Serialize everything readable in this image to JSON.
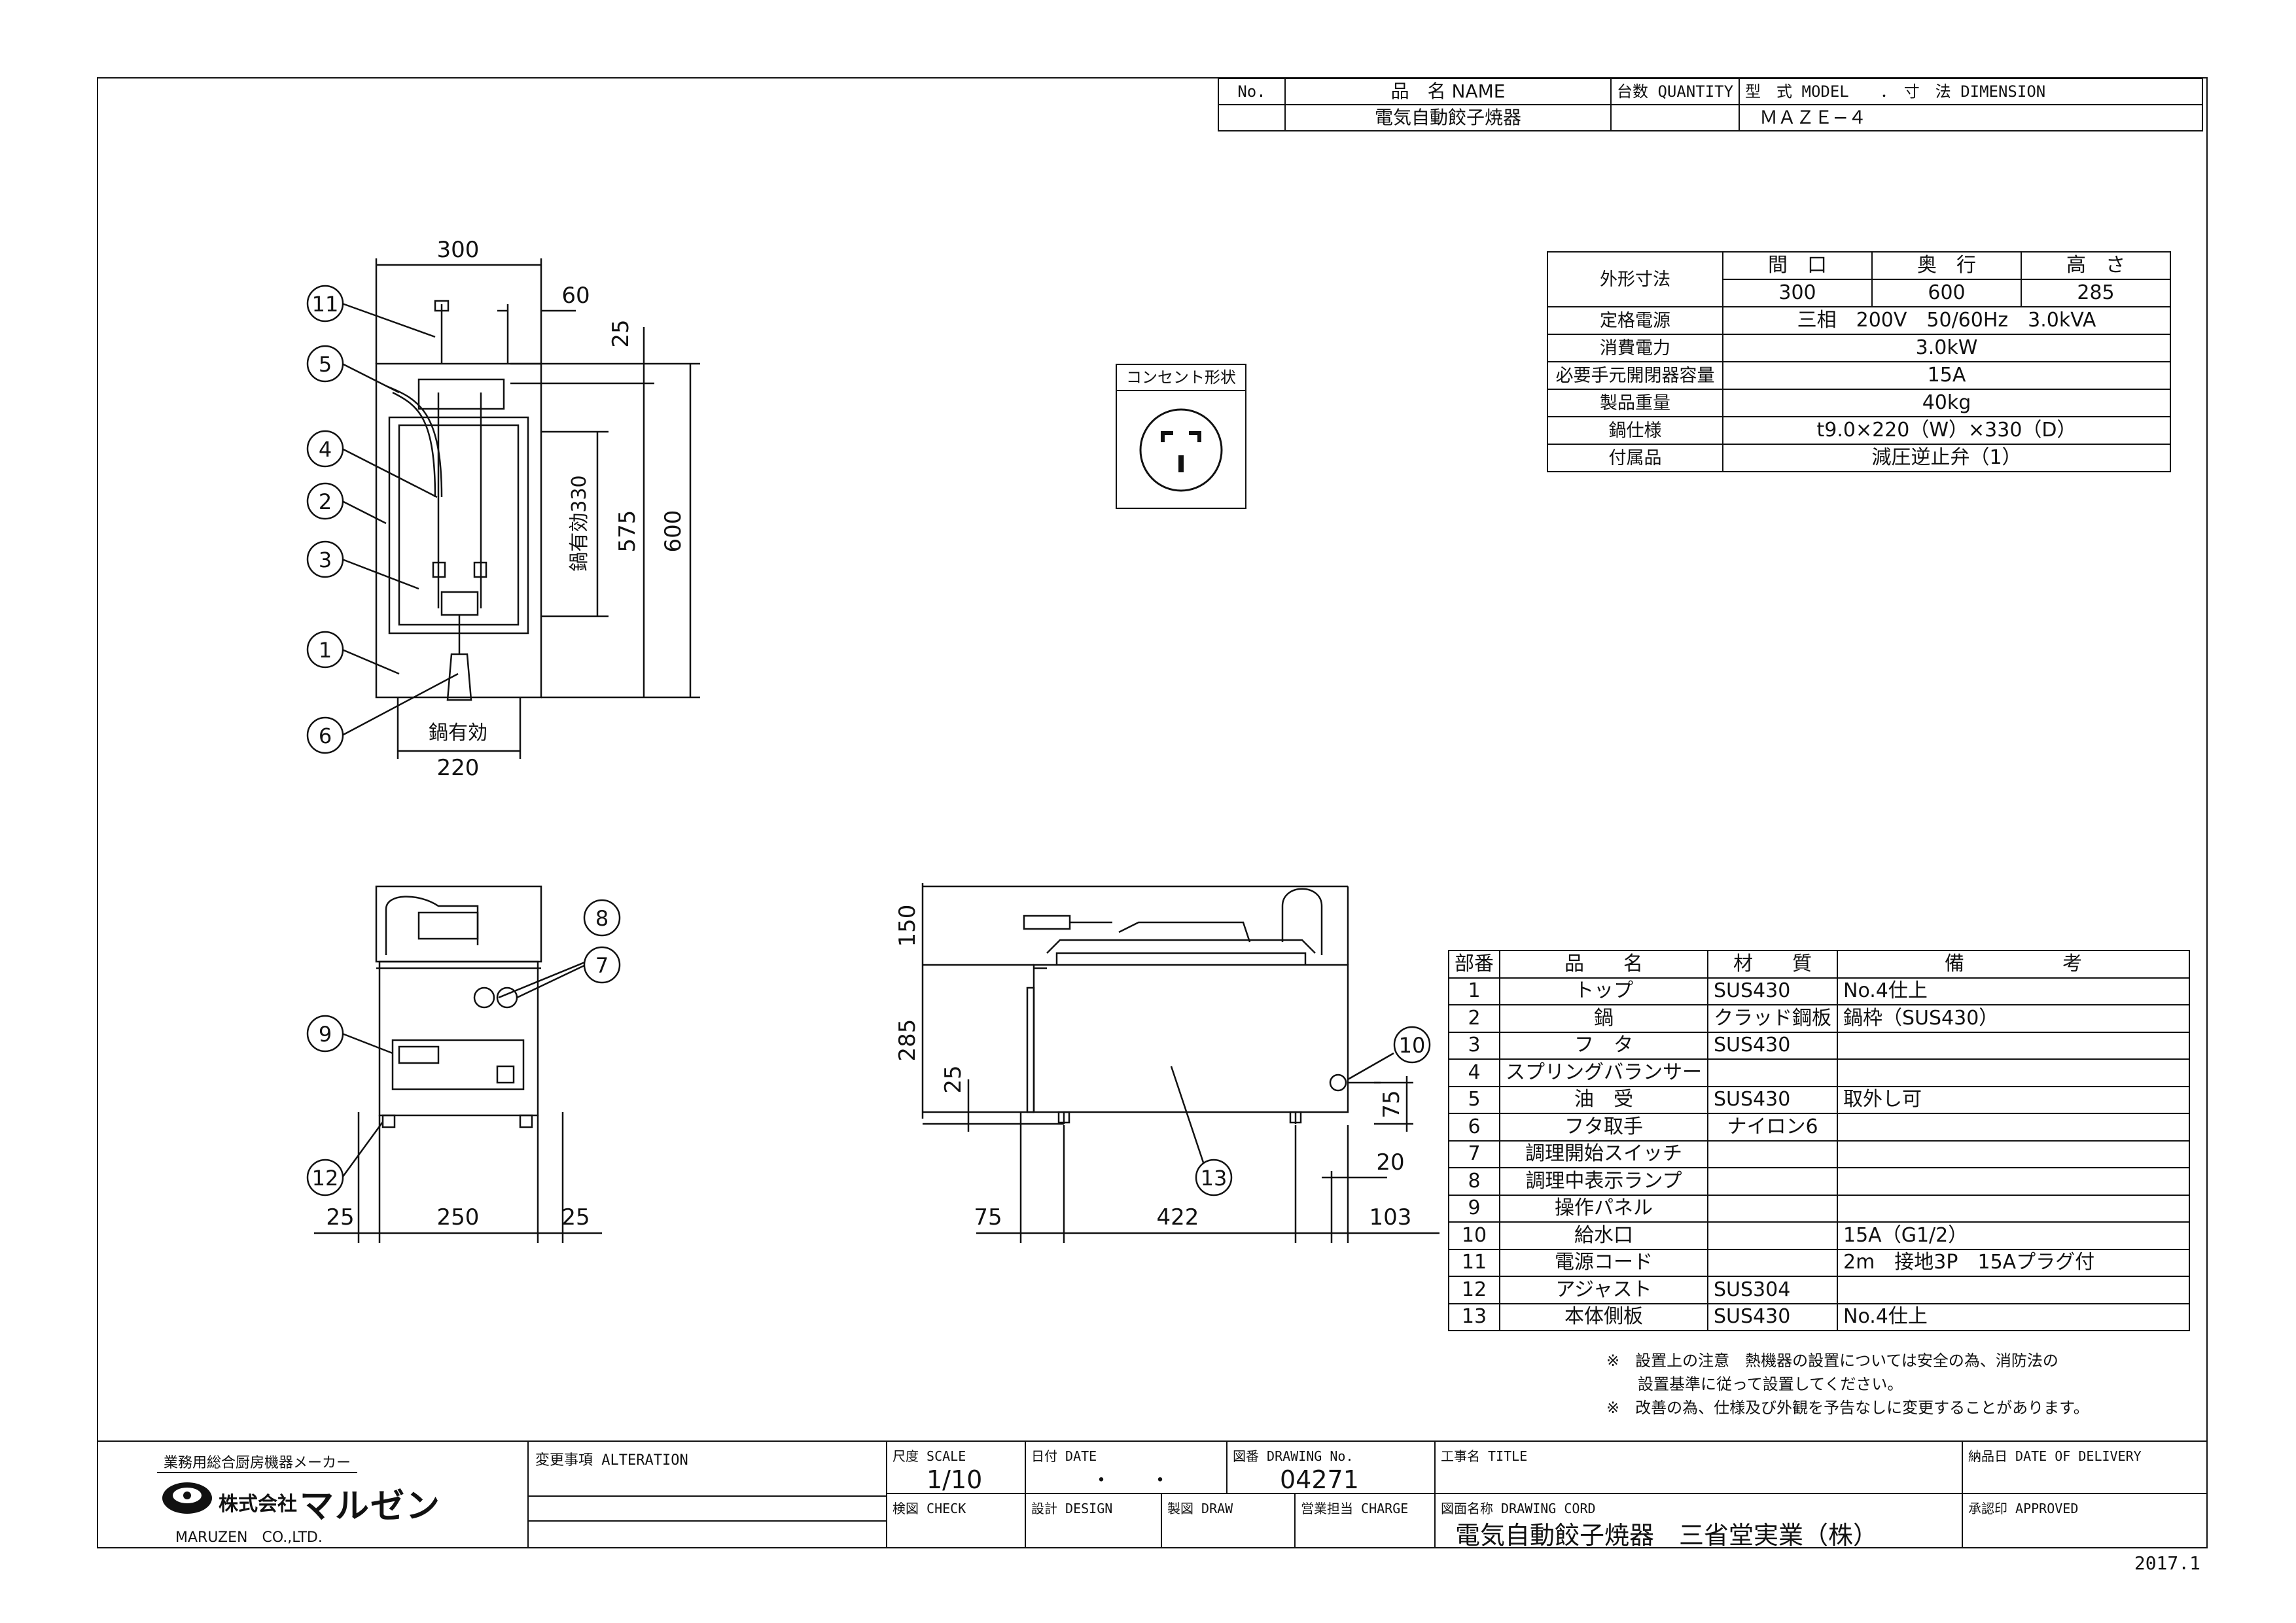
{
  "title_block_header": {
    "no_label": "No.",
    "name_label": "品　名 NAME",
    "qty_label": "台数 QUANTITY",
    "model_label": "型　式 MODEL　　．　寸　法 DIMENSION",
    "product_name": "電気自動餃子焼器",
    "model": "ＭＡＺＥ−４"
  },
  "spec_table": {
    "outer_label": "外形寸法",
    "col_w": "間　口",
    "col_d": "奥　行",
    "col_h": "高　さ",
    "w": "300",
    "d": "600",
    "h": "285",
    "rows": [
      {
        "label": "定格電源",
        "value": "三相　200V　50/60Hz　3.0kVA"
      },
      {
        "label": "消費電力",
        "value": "3.0kW"
      },
      {
        "label": "必要手元開閉器容量",
        "value": "15A"
      },
      {
        "label": "製品重量",
        "value": "40kg"
      },
      {
        "label": "鍋仕様",
        "value": "t9.0×220（W）×330（D）"
      },
      {
        "label": "付属品",
        "value": "減圧逆止弁（1）"
      }
    ]
  },
  "outlet_label": "コンセント形状",
  "parts_table": {
    "headers": [
      "部番",
      "品　　名",
      "材　　質",
      "備　　　　　考"
    ],
    "rows": [
      [
        "1",
        "トップ",
        "SUS430",
        "No.4仕上"
      ],
      [
        "2",
        "鍋",
        "クラッド鋼板",
        "鍋枠（SUS430）"
      ],
      [
        "3",
        "フ　タ",
        "SUS430",
        ""
      ],
      [
        "4",
        "スプリングバランサー",
        "",
        ""
      ],
      [
        "5",
        "油　受",
        "SUS430",
        "取外し可"
      ],
      [
        "6",
        "フタ取手",
        "ナイロン6",
        ""
      ],
      [
        "7",
        "調理開始スイッチ",
        "",
        ""
      ],
      [
        "8",
        "調理中表示ランプ",
        "",
        ""
      ],
      [
        "9",
        "操作パネル",
        "",
        ""
      ],
      [
        "10",
        "給水口",
        "",
        "15A（G1/2）"
      ],
      [
        "11",
        "電源コード",
        "",
        "2m　接地3P　15Aプラグ付"
      ],
      [
        "12",
        "アジャスト",
        "SUS304",
        ""
      ],
      [
        "13",
        "本体側板",
        "SUS430",
        "No.4仕上"
      ]
    ]
  },
  "notes": [
    "※　設置上の注意　熱機器の設置については安全の為、消防法の",
    "　　設置基準に従って設置してください。",
    "※　改善の為、仕様及び外観を予告なしに変更することがあります。"
  ],
  "drawing": {
    "top_view": {
      "dims": [
        "300",
        "60",
        "25",
        "575",
        "600",
        "鍋有効330",
        "鍋有効",
        "220"
      ],
      "callouts": [
        "11",
        "5",
        "4",
        "2",
        "3",
        "1",
        "6"
      ]
    },
    "front_view": {
      "dims": [
        "25",
        "250",
        "25"
      ],
      "callouts": [
        "8",
        "7",
        "9",
        "12"
      ]
    },
    "side_view": {
      "dims": [
        "150",
        "285",
        "25",
        "75",
        "20",
        "75",
        "422",
        "103"
      ],
      "callouts": [
        "10",
        "13"
      ]
    }
  },
  "footer": {
    "maker_caption": "業務用総合厨房機器メーカー",
    "company_prefix": "株式会社",
    "company_name": "マルゼン",
    "company_en": "MARUZEN　CO.,LTD.",
    "alteration_label": "変更事項 ALTERATION",
    "scale_label": "尺度 SCALE",
    "scale": "1/10",
    "date_label": "日付 DATE",
    "date_value": "・　　・",
    "drawing_no_label": "図番 DRAWING No.",
    "drawing_no": "04271",
    "title_label": "工事名 TITLE",
    "delivery_label": "納品日 DATE OF DELIVERY",
    "check_label": "検図 CHECK",
    "design_label": "設計 DESIGN",
    "draw_label": "製図 DRAW",
    "charge_label": "営業担当 CHARGE",
    "drawing_cord_label": "図面名称 DRAWING CORD",
    "drawing_name": "電気自動餃子焼器　三省堂実業（株）",
    "approved_label": "承認印 APPROVED"
  },
  "year": "2017.1"
}
